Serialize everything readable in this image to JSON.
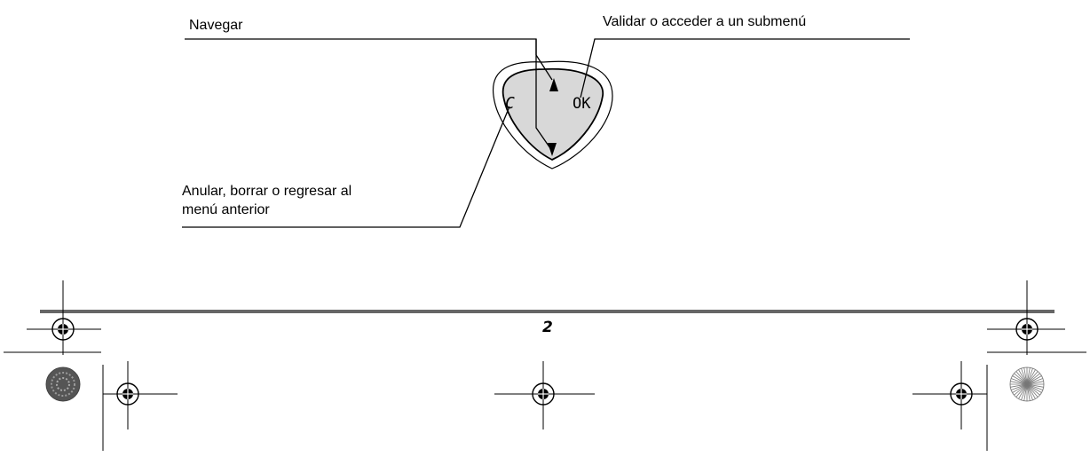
{
  "diagram": {
    "labels": {
      "navigate": "Navegar",
      "validate": "Validar o acceder a un submenú",
      "cancel_line1": "Anular, borrar o regresar al",
      "cancel_line2": "menú anterior"
    },
    "keypad": {
      "left_key": "C",
      "right_key": "OK"
    }
  },
  "page": {
    "number": "2"
  }
}
